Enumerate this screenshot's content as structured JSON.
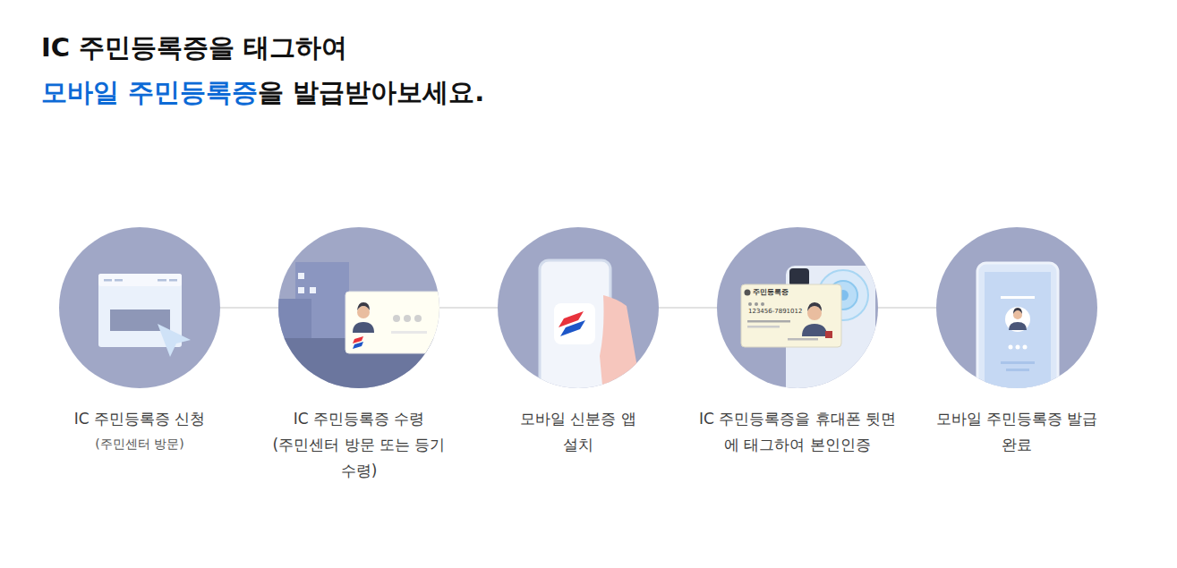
{
  "diagram": {
    "title": "IC 주민등록증을 태그하여",
    "nodes": [
      {
        "text": [
          "IC 주민등록증 신청",
          "(주민센터 방문)"
        ]
      },
      {
        "text": [
          "IC 주민등록증 수령",
          "(주민센터 방문 또는 등기수령)"
        ]
      },
      {
        "text": [
          "모바일 신분증 앱 설치"
        ]
      },
      {
        "text": [
          "IC 주민등록증을 휴대폰 뒷면에 태그하여 본인인증"
        ]
      },
      {
        "text": [
          "모바일 주민등록증 발급 완료"
        ]
      }
    ],
    "edges": [
      {
        "from": 0,
        "to": 1,
        "arrow": "none"
      },
      {
        "from": 1,
        "to": 2,
        "arrow": "none"
      },
      {
        "from": 2,
        "to": 3,
        "arrow": "none"
      },
      {
        "from": 3,
        "to": 4,
        "arrow": "none"
      }
    ],
    "labels": [
      "모바일 주민등록증",
      "을 발급받아보세요.",
      "주민등록증",
      "123456-7891012"
    ]
  }
}
